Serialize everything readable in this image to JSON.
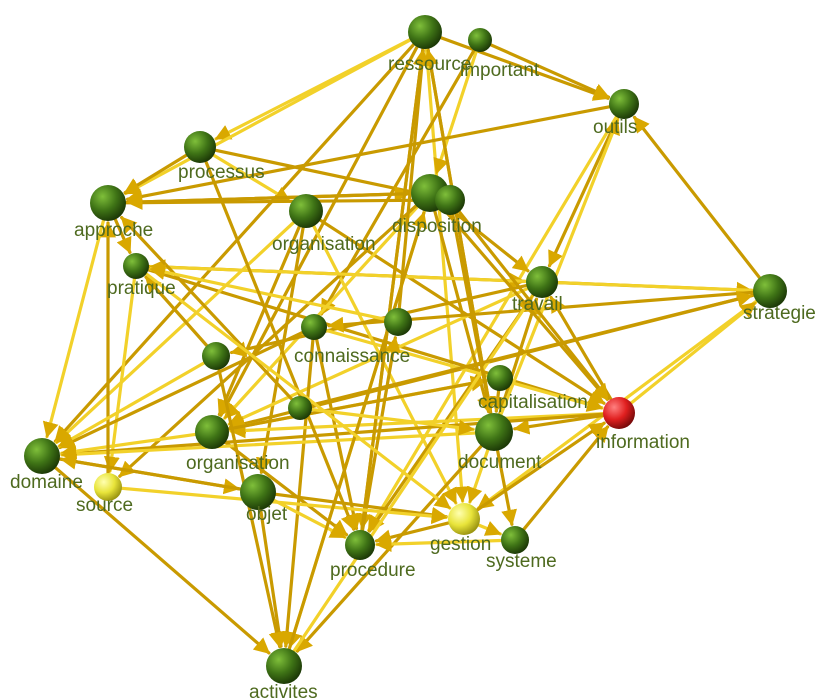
{
  "graph": {
    "colors": {
      "background": "#ffffff",
      "edge_dark": "#c99a00",
      "edge_light": "#f2d12a",
      "node_default": "#3f7416",
      "node_selected": "#e01f1f",
      "node_secondary": "#e8e43a",
      "label": "#4e6a1f"
    },
    "nodes": [
      {
        "id": "ressource",
        "label": "ressource",
        "color": "default"
      },
      {
        "id": "important",
        "label": "important",
        "color": "default"
      },
      {
        "id": "outils",
        "label": "outils",
        "color": "default"
      },
      {
        "id": "processus",
        "label": "processus",
        "color": "default"
      },
      {
        "id": "approche",
        "label": "approche",
        "color": "default"
      },
      {
        "id": "pratique",
        "label": "pratique",
        "color": "default"
      },
      {
        "id": "organisation-top",
        "label": "organisation",
        "color": "default"
      },
      {
        "id": "disposition",
        "label": "disposition",
        "color": "default"
      },
      {
        "id": "travail",
        "label": "travail",
        "color": "default"
      },
      {
        "id": "strategie",
        "label": "strategie",
        "color": "default"
      },
      {
        "id": "connaissance",
        "label": "connaissance",
        "color": "default"
      },
      {
        "id": "capitalisation",
        "label": "capitalisation",
        "color": "default"
      },
      {
        "id": "information",
        "label": "information",
        "color": "selected"
      },
      {
        "id": "domaine",
        "label": "domaine",
        "color": "default"
      },
      {
        "id": "source",
        "label": "source",
        "color": "secondary"
      },
      {
        "id": "organisation",
        "label": "organisation",
        "color": "default"
      },
      {
        "id": "document",
        "label": "document",
        "color": "default"
      },
      {
        "id": "objet",
        "label": "objet",
        "color": "default"
      },
      {
        "id": "gestion",
        "label": "gestion",
        "color": "secondary"
      },
      {
        "id": "systeme",
        "label": "systeme",
        "color": "default"
      },
      {
        "id": "procedure",
        "label": "procedure",
        "color": "default"
      },
      {
        "id": "activites",
        "label": "activites",
        "color": "default"
      },
      {
        "id": "hub-1",
        "label": "",
        "color": "default"
      },
      {
        "id": "hub-2",
        "label": "",
        "color": "default"
      },
      {
        "id": "hub-3",
        "label": "",
        "color": "default"
      },
      {
        "id": "hub-4",
        "label": "",
        "color": "default"
      }
    ],
    "edges": [
      [
        "ressource",
        "processus"
      ],
      [
        "ressource",
        "outils"
      ],
      [
        "important",
        "outils"
      ],
      [
        "ressource",
        "approche"
      ],
      [
        "ressource",
        "domaine"
      ],
      [
        "ressource",
        "document"
      ],
      [
        "ressource",
        "gestion"
      ],
      [
        "ressource",
        "organisation"
      ],
      [
        "ressource",
        "procedure"
      ],
      [
        "important",
        "disposition"
      ],
      [
        "important",
        "connaissance"
      ],
      [
        "outils",
        "travail"
      ],
      [
        "outils",
        "procedure"
      ],
      [
        "outils",
        "approche"
      ],
      [
        "processus",
        "approche"
      ],
      [
        "processus",
        "organisation-top"
      ],
      [
        "processus",
        "hub-1"
      ],
      [
        "approche",
        "pratique"
      ],
      [
        "approche",
        "domaine"
      ],
      [
        "approche",
        "disposition"
      ],
      [
        "approche",
        "hub-1"
      ],
      [
        "pratique",
        "source"
      ],
      [
        "pratique",
        "travail"
      ],
      [
        "pratique",
        "information"
      ],
      [
        "organisation-top",
        "domaine"
      ],
      [
        "organisation-top",
        "organisation"
      ],
      [
        "organisation-top",
        "objet"
      ],
      [
        "organisation-top",
        "gestion"
      ],
      [
        "organisation-top",
        "information"
      ],
      [
        "disposition",
        "approche"
      ],
      [
        "disposition",
        "activites"
      ],
      [
        "disposition",
        "document"
      ],
      [
        "disposition",
        "travail"
      ],
      [
        "disposition",
        "organisation"
      ],
      [
        "disposition",
        "source"
      ],
      [
        "travail",
        "strategie"
      ],
      [
        "travail",
        "organisation"
      ],
      [
        "travail",
        "procedure"
      ],
      [
        "travail",
        "hub-2"
      ],
      [
        "strategie",
        "pratique"
      ],
      [
        "strategie",
        "outils"
      ],
      [
        "strategie",
        "connaissance"
      ],
      [
        "strategie",
        "gestion"
      ],
      [
        "strategie",
        "organisation"
      ],
      [
        "connaissance",
        "domaine"
      ],
      [
        "connaissance",
        "information"
      ],
      [
        "connaissance",
        "procedure"
      ],
      [
        "connaissance",
        "activites"
      ],
      [
        "capitalisation",
        "organisation"
      ],
      [
        "capitalisation",
        "document"
      ],
      [
        "information",
        "document"
      ],
      [
        "information",
        "organisation"
      ],
      [
        "information",
        "domaine"
      ],
      [
        "information",
        "travail"
      ],
      [
        "information",
        "strategie"
      ],
      [
        "domaine",
        "activites"
      ],
      [
        "domaine",
        "objet"
      ],
      [
        "organisation",
        "domaine"
      ],
      [
        "organisation",
        "procedure"
      ],
      [
        "organisation",
        "capitalisation"
      ],
      [
        "document",
        "gestion"
      ],
      [
        "document",
        "systeme"
      ],
      [
        "document",
        "activites"
      ],
      [
        "document",
        "domaine"
      ],
      [
        "document",
        "travail"
      ],
      [
        "document",
        "ressource"
      ],
      [
        "document",
        "outils"
      ],
      [
        "objet",
        "gestion"
      ],
      [
        "objet",
        "activites"
      ],
      [
        "objet",
        "procedure"
      ],
      [
        "objet",
        "domaine"
      ],
      [
        "gestion",
        "procedure"
      ],
      [
        "gestion",
        "systeme"
      ],
      [
        "gestion",
        "information"
      ],
      [
        "systeme",
        "information"
      ],
      [
        "systeme",
        "procedure"
      ],
      [
        "procedure",
        "hub-3"
      ],
      [
        "procedure",
        "ressource"
      ],
      [
        "source",
        "gestion"
      ],
      [
        "source",
        "approche"
      ],
      [
        "activites",
        "disposition"
      ],
      [
        "activites",
        "travail"
      ],
      [
        "hub-1",
        "information"
      ],
      [
        "hub-1",
        "document"
      ],
      [
        "hub-2",
        "domaine"
      ],
      [
        "hub-2",
        "pratique"
      ],
      [
        "hub-3",
        "ressource"
      ],
      [
        "hub-4",
        "document"
      ],
      [
        "hub-4",
        "approche"
      ],
      [
        "hub-4",
        "strategie"
      ],
      [
        "hub-3",
        "pratique"
      ],
      [
        "hub-2",
        "activites"
      ],
      [
        "processus",
        "procedure"
      ],
      [
        "pratique",
        "gestion"
      ],
      [
        "disposition",
        "information"
      ]
    ]
  }
}
